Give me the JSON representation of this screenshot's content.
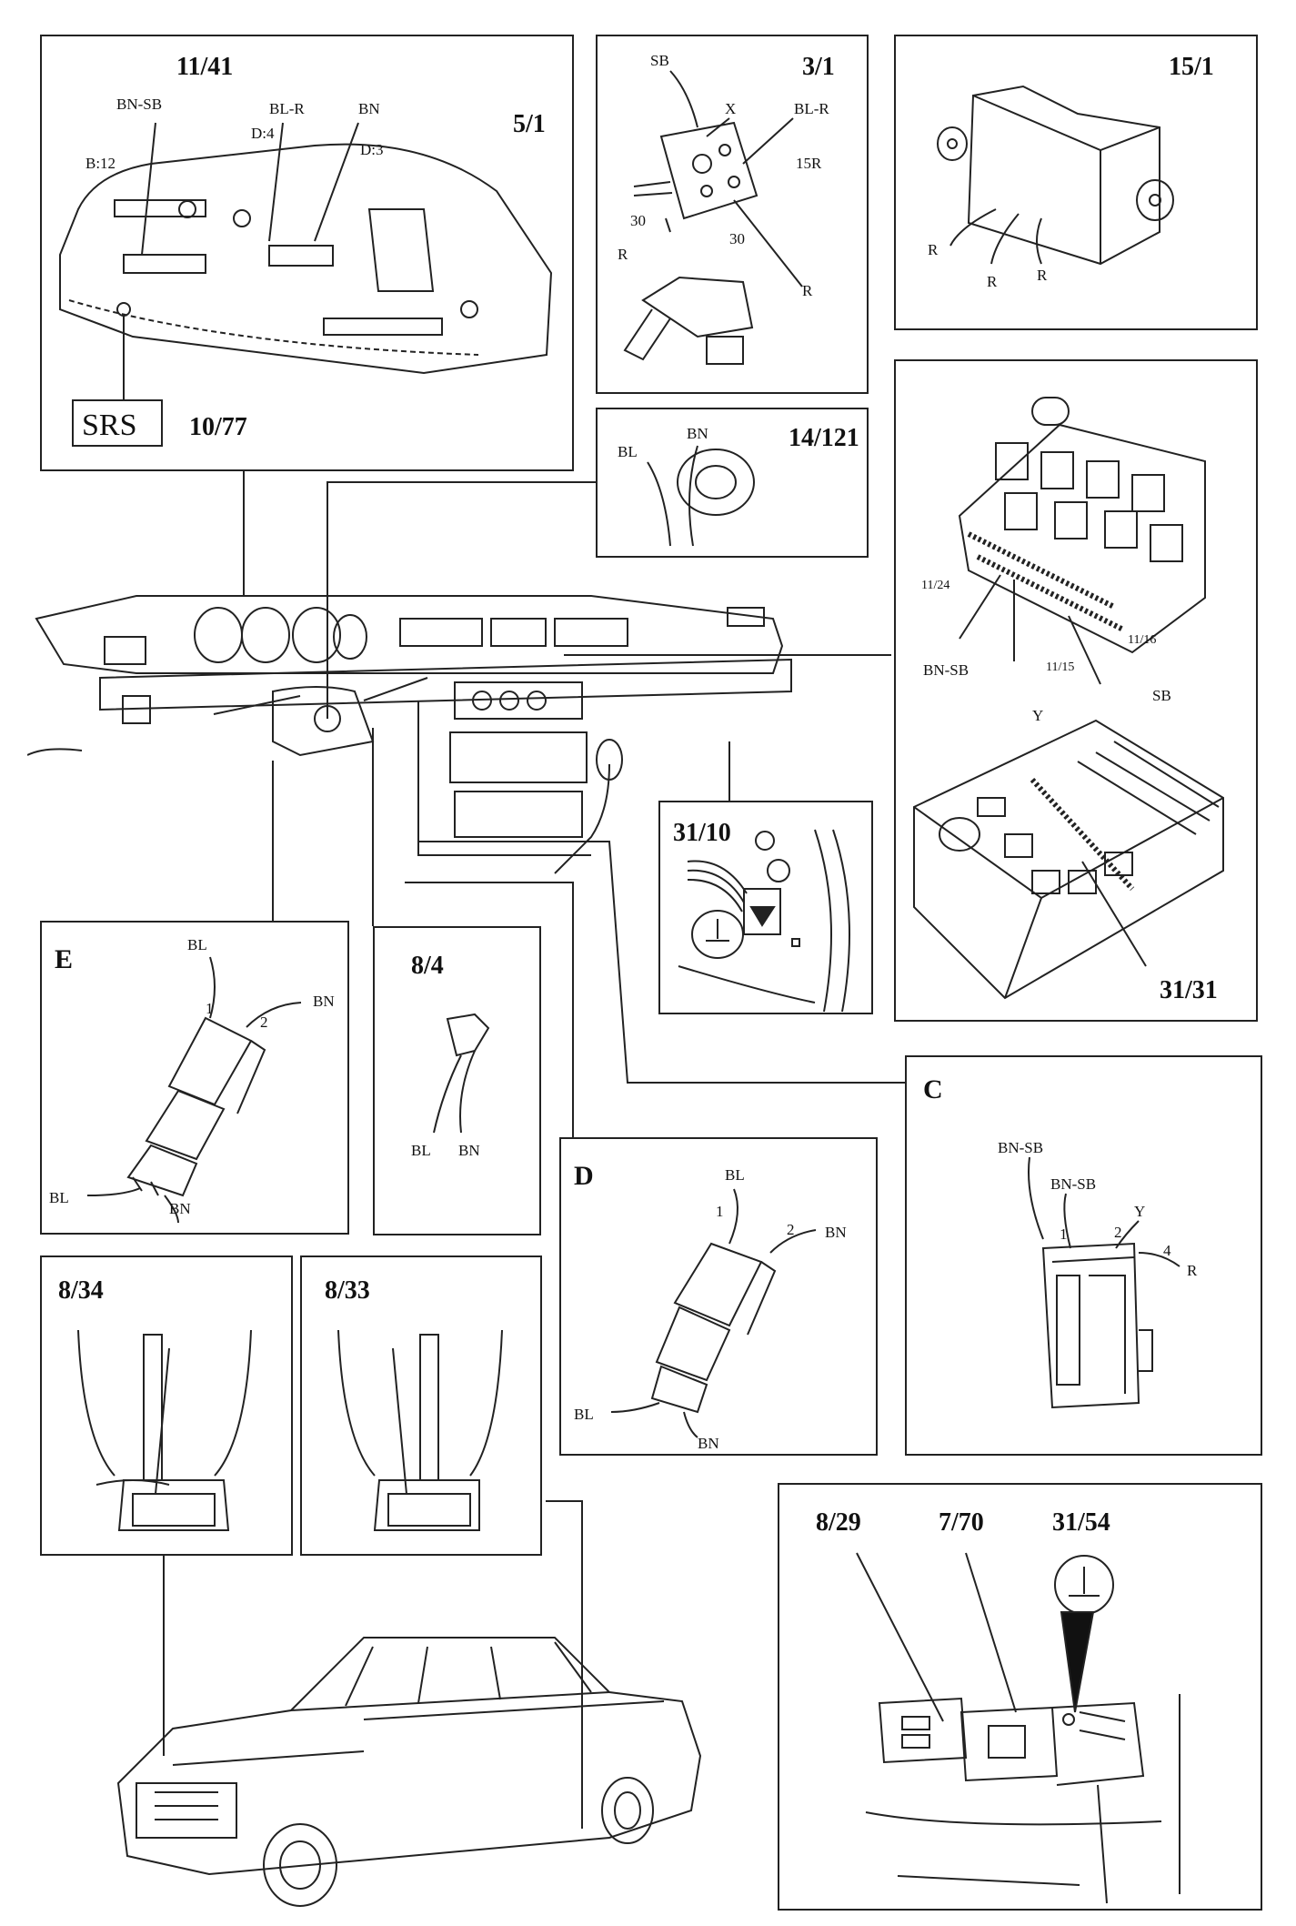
{
  "panels": {
    "cluster": {
      "id": "5/1",
      "part_top": "11/41",
      "wire_bnsb": "BN-SB",
      "wire_blr": "BL-R",
      "wire_bn": "BN",
      "pin_b12": "B:12",
      "pin_d4": "D:4",
      "pin_d3": "D:3",
      "srs": "SRS",
      "part_bottom": "10/77"
    },
    "switch": {
      "id": "3/1",
      "wire_sb": "SB",
      "wire_x": "X",
      "wire_blr": "BL-R",
      "pin_15r": "15R",
      "pin_30a": "30",
      "pin_30b": "30",
      "wire_r1": "R",
      "wire_r2": "R"
    },
    "module": {
      "id": "15/1",
      "wire_r1": "R",
      "wire_r2": "R",
      "wire_r3": "R"
    },
    "coil": {
      "id": "14/121",
      "wire_bl": "BL",
      "wire_bn": "BN"
    },
    "fusebox": {
      "id": "31/31",
      "pin_1124": "11/24",
      "pin_1115": "11/15",
      "pin_1116": "11/16",
      "wire_bnsb": "BN-SB",
      "wire_y": "Y",
      "wire_sb": "SB"
    },
    "ground": {
      "id": "31/10"
    },
    "connE": {
      "id": "E",
      "wire_bl_top": "BL",
      "pin_1": "1",
      "pin_2": "2",
      "wire_bn_top": "BN",
      "wire_bl_bot": "BL",
      "wire_bn_bot": "BN"
    },
    "conn84": {
      "id": "8/4",
      "wire_bl": "BL",
      "wire_bn": "BN"
    },
    "connD": {
      "id": "D",
      "wire_bl_top": "BL",
      "pin_1": "1",
      "pin_2": "2",
      "wire_bn_top": "BN",
      "wire_bl_bot": "BL",
      "wire_bn_bot": "BN"
    },
    "connC": {
      "id": "C",
      "wire_bnsb1": "BN-SB",
      "wire_bnsb2": "BN-SB",
      "wire_y": "Y",
      "wire_r": "R",
      "pin_1": "1",
      "pin_2": "2",
      "pin_4": "4"
    },
    "lamp834": {
      "id": "8/34"
    },
    "lamp833": {
      "id": "8/33"
    },
    "engine": {
      "part_a": "8/29",
      "part_b": "7/70",
      "part_c": "31/54"
    }
  }
}
